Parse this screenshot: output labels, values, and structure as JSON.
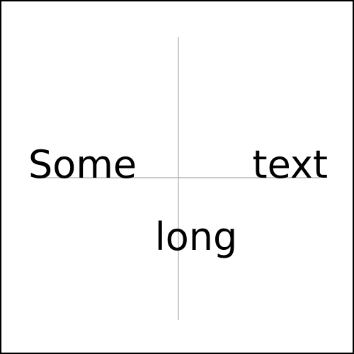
{
  "words": {
    "first": "Some",
    "second": "text",
    "third": "long"
  },
  "colors": {
    "border": "#000000",
    "guide": "#aaaaaa",
    "text": "#000000",
    "background": "#ffffff"
  }
}
